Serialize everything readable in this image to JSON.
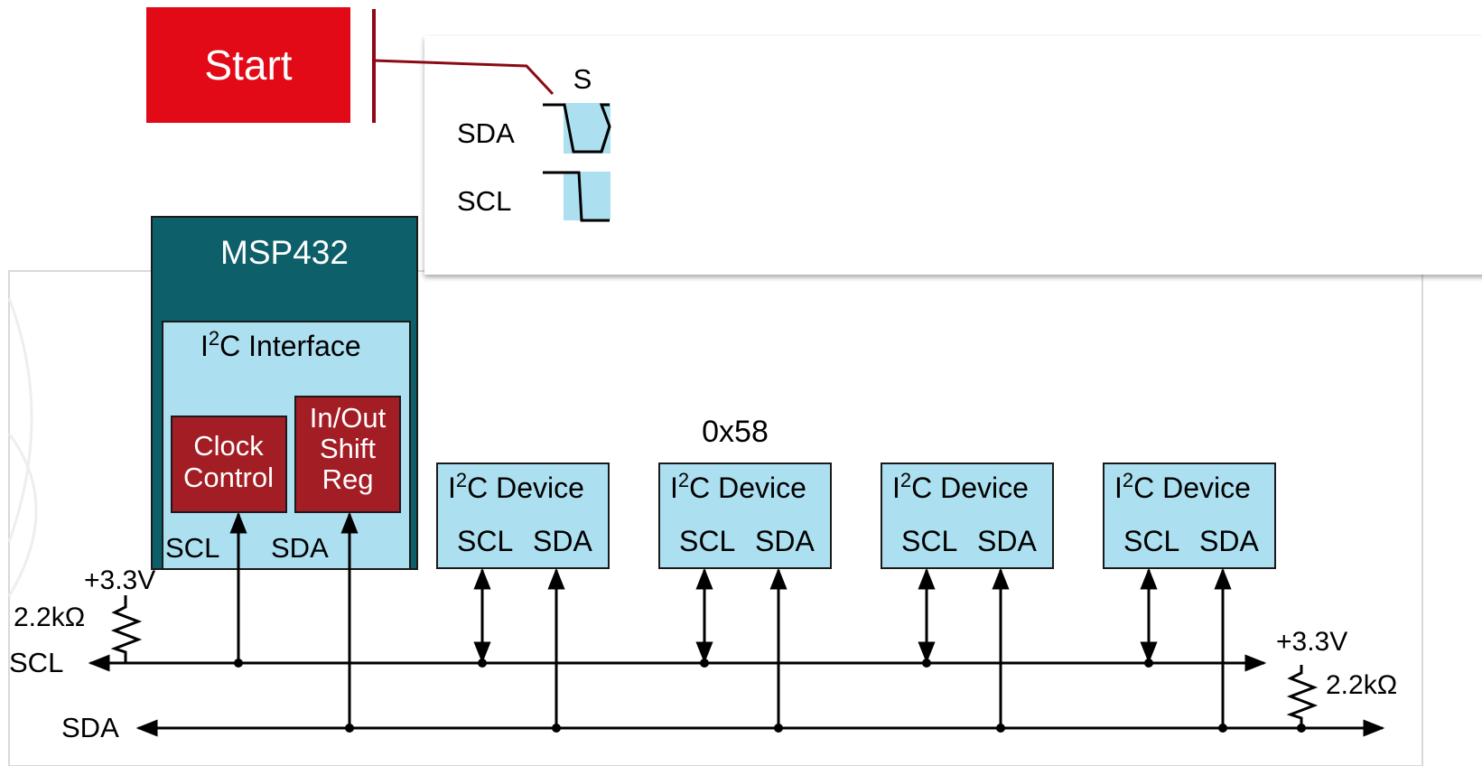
{
  "start_button": {
    "label": "Start",
    "color": "#e20a16"
  },
  "timing": {
    "marker": "S",
    "signals": [
      "SDA",
      "SCL"
    ],
    "highlight_color": "#acdff0"
  },
  "mcu": {
    "name": "MSP432",
    "color": "#0d5f69",
    "interface_title_pre": "I",
    "interface_title_sup": "2",
    "interface_title_post": "C Interface",
    "clock_control": [
      "Clock",
      "Control"
    ],
    "shift_reg": [
      "In/Out",
      "Shift",
      "Reg"
    ],
    "pin_scl": "SCL",
    "pin_sda": "SDA"
  },
  "device_address": "0x58",
  "devices": [
    {
      "title_pre": "I",
      "title_sup": "2",
      "title_post": "C Device",
      "scl": "SCL",
      "sda": "SDA"
    },
    {
      "title_pre": "I",
      "title_sup": "2",
      "title_post": "C Device",
      "scl": "SCL",
      "sda": "SDA"
    },
    {
      "title_pre": "I",
      "title_sup": "2",
      "title_post": "C Device",
      "scl": "SCL",
      "sda": "SDA"
    },
    {
      "title_pre": "I",
      "title_sup": "2",
      "title_post": "C Device",
      "scl": "SCL",
      "sda": "SDA"
    }
  ],
  "bus": {
    "scl_label": "SCL",
    "sda_label": "SDA",
    "pullup_left": {
      "voltage": "+3.3V",
      "resistance": "2.2kΩ"
    },
    "pullup_right": {
      "voltage": "+3.3V",
      "resistance": "2.2kΩ"
    }
  },
  "colors": {
    "block_fill": "#acdff0",
    "reg_fill": "#a31d25",
    "wire": "#8b0a14"
  }
}
